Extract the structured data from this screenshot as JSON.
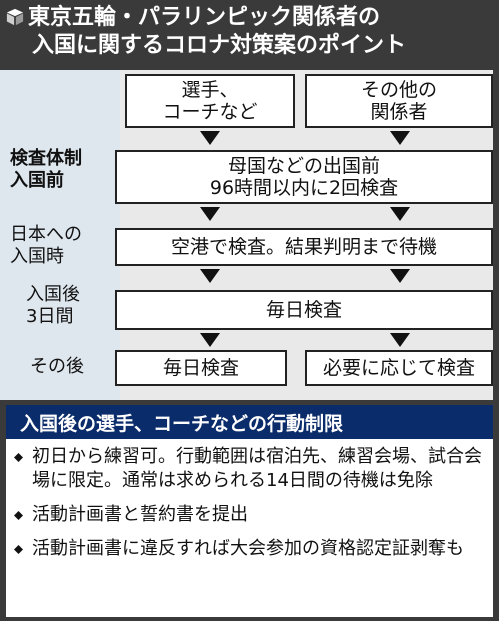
{
  "title": {
    "line1": "東京五輪・パラリンピック関係者の",
    "line2": "入国に関するコロナ対策案のポイント"
  },
  "groups": {
    "athletes": "選手、\nコーチなど",
    "others": "その他の\n関係者"
  },
  "steps": [
    {
      "label": "検査体制\n入国前",
      "text": "母国などの出国前\n96時間以内に2回検査"
    },
    {
      "label": "日本への\n入国時",
      "text": "空港で検査。結果判明まで待機"
    },
    {
      "label": "入国後\n3日間",
      "text": "毎日検査"
    }
  ],
  "after": {
    "label": "その後",
    "athletes": "毎日検査",
    "others": "必要に応じて検査"
  },
  "restrictions": {
    "header": "入国後の選手、コーチなどの行動制限",
    "items": [
      "初日から練習可。行動範囲は宿泊先、練習会場、試合会場に限定。通常は求められる14日間の待機は免除",
      "活動計画書と誓約書を提出",
      "活動計画書に違反すれば大会参加の資格認定証剥奪も"
    ]
  }
}
